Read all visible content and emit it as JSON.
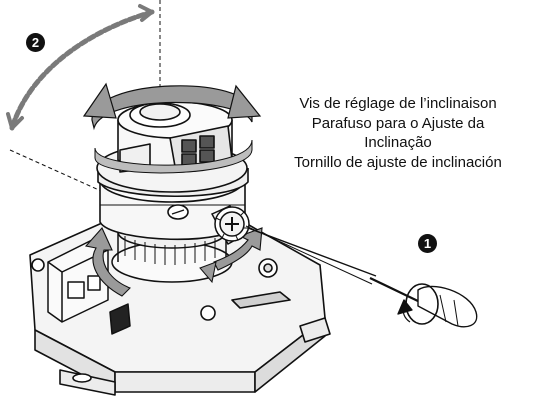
{
  "steps": {
    "step_1": "1",
    "step_2": "2"
  },
  "callout": {
    "lines": [
      "Vis de réglage de l’inclinaison",
      "Parafuso para o Ajuste da",
      "Inclinação",
      "Tornillo de ajuste de inclinación"
    ]
  },
  "colors": {
    "line": "#111111",
    "arrow_gray": "#7a7a7a",
    "arrow_light": "#bdbdbd",
    "housing": "#f4f4f4"
  },
  "icons": [
    "screwdriver-icon",
    "rotation-arrow-icon",
    "tilt-screw-icon"
  ]
}
